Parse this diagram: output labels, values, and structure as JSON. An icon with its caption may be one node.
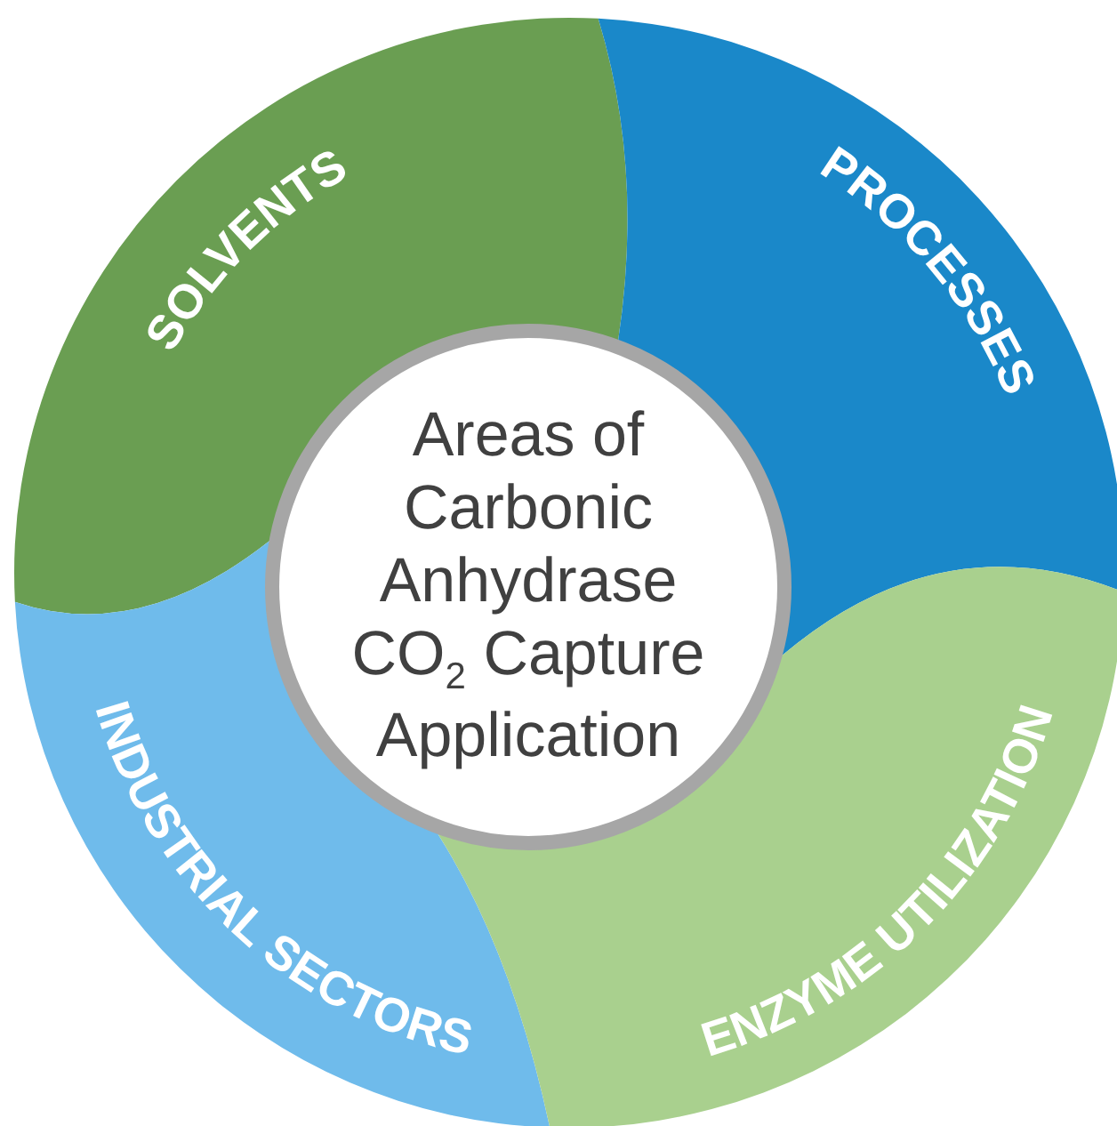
{
  "diagram": {
    "nodes": [
      {
        "text": [
          "SOLVENTS"
        ]
      },
      {
        "text": [
          "PROCESSES"
        ]
      },
      {
        "text": [
          "Areas of Carbonic Anhydrase CO$_{2}$ Capture Application"
        ]
      },
      {
        "text": [
          "INDUSTRIAL SECTORS"
        ]
      },
      {
        "text": [
          "ENZYME UTILIZATION"
        ]
      }
    ]
  }
}
